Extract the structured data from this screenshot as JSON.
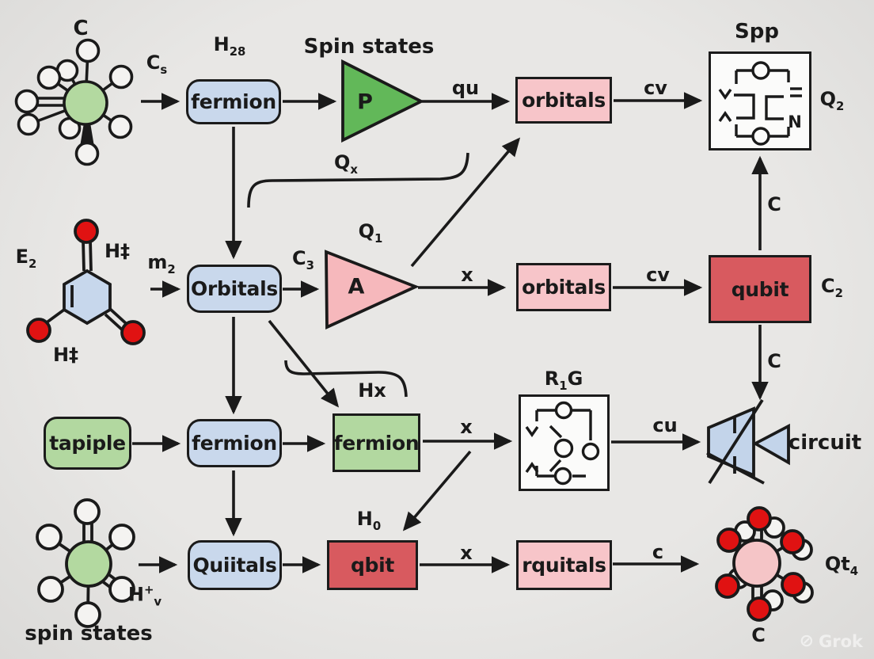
{
  "diagram_title": "quantum chemistry flow diagram",
  "colors": {
    "background": "#e3e2e0",
    "ink": "#1a1a1a",
    "blue_box": "#c9d8ec",
    "green_box": "#b2d8a0",
    "pink_box": "#f7c5c9",
    "red_box": "#d85a5f",
    "white_box": "#fbfbfa",
    "green_triangle": "#62b859",
    "pink_triangle": "#f6b8bc",
    "red_atom": "#e01212",
    "green_atom": "#b3d9a0",
    "pink_atom": "#f5c5c7",
    "blue_ring": "#c7d7ec",
    "circuit_blue": "#c3d4ea"
  },
  "nodes": {
    "fermion1": {
      "label": "fermion"
    },
    "orbitals1": {
      "label": "orbitals"
    },
    "orbitals_main": {
      "label": "Orbitals"
    },
    "orbitals2": {
      "label": "orbitals"
    },
    "qubit": {
      "label": "qubit"
    },
    "tapiple": {
      "label": "tapiple"
    },
    "fermion3": {
      "label": "fermion"
    },
    "fermion3b": {
      "label": "fermion"
    },
    "quiitals": {
      "label": "Quiitals"
    },
    "qbit": {
      "label": "qbit"
    },
    "rquitals": {
      "label": "rquitals"
    }
  },
  "triangles": {
    "p": {
      "letter": "P"
    },
    "a": {
      "letter": "A"
    }
  },
  "labels": {
    "c_top": {
      "pre": "C"
    },
    "cs": {
      "pre": "C",
      "sub": "s"
    },
    "h28": {
      "pre": "H",
      "sub": "28"
    },
    "spin_states_top": {
      "pre": "Spin states"
    },
    "qu": {
      "pre": "qu"
    },
    "cv1": {
      "pre": "cv"
    },
    "spp": {
      "pre": "Spp"
    },
    "spp_n": {
      "pre": "N"
    },
    "q2": {
      "pre": "Q",
      "sub": "2"
    },
    "qx": {
      "pre": "Q",
      "sub": "x"
    },
    "e2": {
      "pre": "E",
      "sub": "2"
    },
    "h_dagger_top": {
      "pre": "H‡"
    },
    "h_dagger_bottom": {
      "pre": "H‡"
    },
    "m2": {
      "pre": "m",
      "sub": "2"
    },
    "c3": {
      "pre": "C",
      "sub": "3"
    },
    "q1": {
      "pre": "Q",
      "sub": "1"
    },
    "x_row2": {
      "pre": "x"
    },
    "cv2": {
      "pre": "cv"
    },
    "c2": {
      "pre": "C",
      "sub": "2"
    },
    "c_up": {
      "pre": "C"
    },
    "c_down": {
      "pre": "C"
    },
    "hx": {
      "pre": "Hx"
    },
    "r1g": {
      "pre": "R",
      "sub": "1",
      "post": "G"
    },
    "x_row3": {
      "pre": "x"
    },
    "cu": {
      "pre": "cu"
    },
    "circuit": {
      "pre": "circuit"
    },
    "h0": {
      "pre": "H",
      "sub": "0"
    },
    "x_row4": {
      "pre": "x"
    },
    "c_row4": {
      "pre": "c"
    },
    "qt4": {
      "pre": "Qt",
      "sub": "4"
    },
    "c_bottom": {
      "pre": "C"
    },
    "spin_states_bottom": {
      "pre": "spin states"
    },
    "hv": {
      "pre": "H",
      "sup": "+",
      "sub": "v"
    }
  },
  "watermark": {
    "icon": "⊘",
    "text": "Grok"
  }
}
